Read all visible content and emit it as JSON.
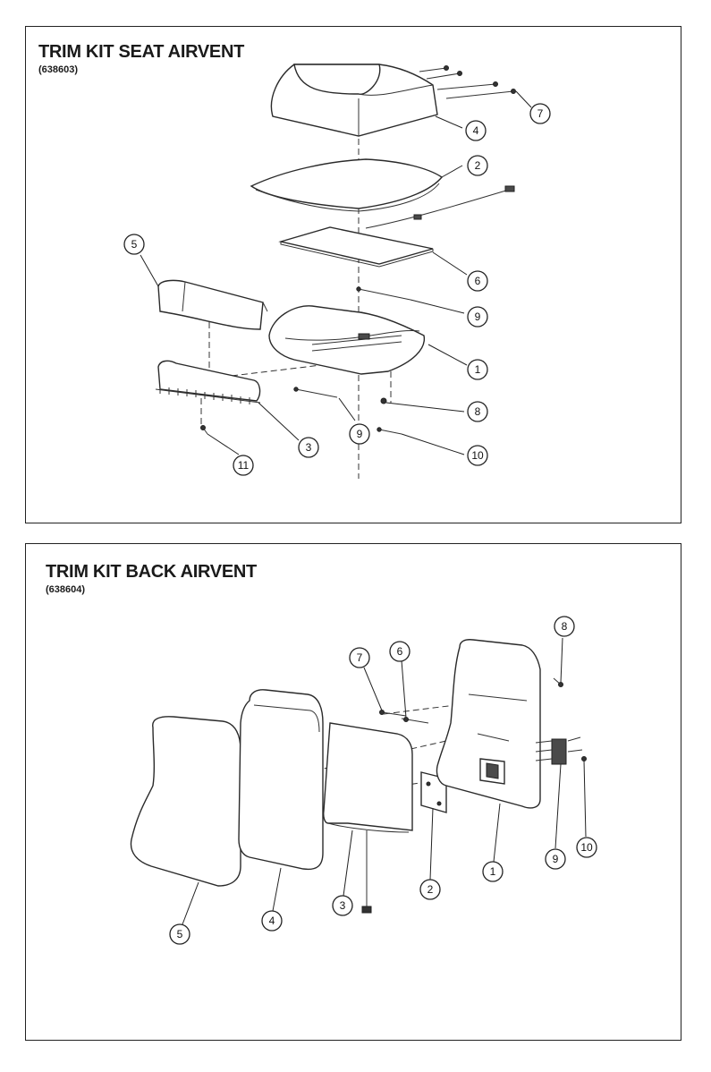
{
  "seat_panel": {
    "title": "TRIM KIT SEAT AIRVENT",
    "part_number": "(638603)",
    "callouts": [
      "7",
      "4",
      "2",
      "5",
      "6",
      "9",
      "1",
      "8",
      "3",
      "9",
      "10",
      "11"
    ]
  },
  "back_panel": {
    "title": "TRIM KIT BACK AIRVENT",
    "part_number": "(638604)",
    "callouts": [
      "8",
      "7",
      "6",
      "9",
      "10",
      "1",
      "2",
      "3",
      "4",
      "5"
    ]
  }
}
